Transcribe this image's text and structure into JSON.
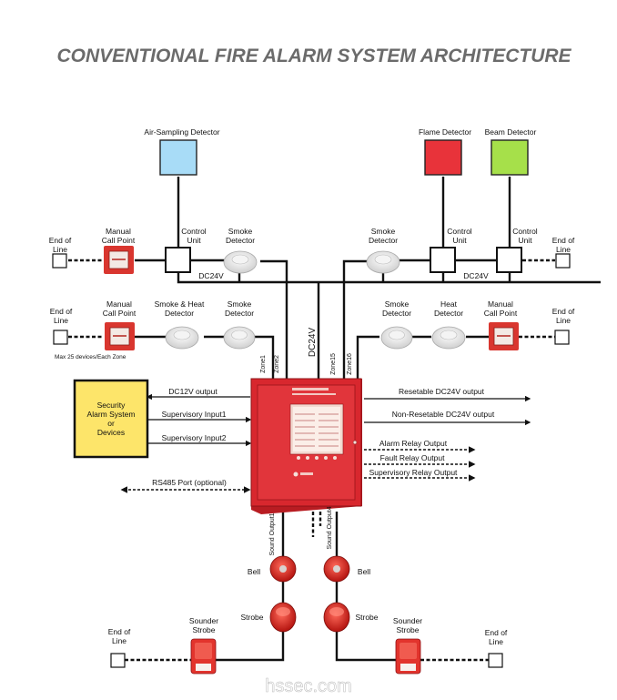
{
  "title": "CONVENTIONAL FIRE ALARM SYSTEM ARCHITECTURE",
  "colors": {
    "air_sampling": "#a8dcf7",
    "flame": "#e8333a",
    "beam": "#a6e04a",
    "panel": "#d8272e",
    "interface_box": "#fde56a"
  },
  "top_devices": {
    "air_sampling": "Air-Sampling Detector",
    "flame": "Flame Detector",
    "beam": "Beam Detector"
  },
  "zone_row_1": {
    "end_of_line_left": [
      "End of",
      "Line"
    ],
    "manual_call_point": [
      "Manual",
      "Call Point"
    ],
    "control_unit_left": [
      "Control",
      "Unit"
    ],
    "smoke_detector_left": [
      "Smoke",
      "Detector"
    ],
    "dc24v_left": "DC24V",
    "smoke_detector_right": [
      "Smoke",
      "Detector"
    ],
    "control_unit_mid": [
      "Control",
      "Unit"
    ],
    "control_unit_right": [
      "Control",
      "Unit"
    ],
    "dc24v_right": "DC24V",
    "end_of_line_right": [
      "End of",
      "Line"
    ]
  },
  "zone_row_2": {
    "end_of_line_left": [
      "End of",
      "Line"
    ],
    "manual_call_point_left": [
      "Manual",
      "Call Point"
    ],
    "smoke_heat_detector": [
      "Smoke & Heat",
      "Detector"
    ],
    "smoke_detector_left": [
      "Smoke",
      "Detector"
    ],
    "max_devices_note": "Max 25 devices/Each Zone",
    "smoke_detector_right": [
      "Smoke",
      "Detector"
    ],
    "heat_detector": [
      "Heat",
      "Detector"
    ],
    "manual_call_point_right": [
      "Manual",
      "Call Point"
    ],
    "end_of_line_right": [
      "End of",
      "Line"
    ]
  },
  "panel": {
    "vertical_supply": "DC24V",
    "zone_labels": [
      "Zone1",
      "Zone2",
      "Zone15",
      "Zone16"
    ],
    "sound_outputs": [
      "Sound Output1",
      "Sound Output4"
    ]
  },
  "left_interface": {
    "box_lines": [
      "Security",
      "Alarm System",
      "or",
      "Devices"
    ],
    "dc12v_output": "DC12V output",
    "supervisory_input_1": "Supervisory Input1",
    "supervisory_input_2": "Supervisory Input2",
    "rs485_port": "RS485 Port (optional)"
  },
  "right_outputs": {
    "resetable": "Resetable DC24V output",
    "non_resetable": "Non-Resetable DC24V output",
    "alarm_relay": "Alarm Relay Output",
    "fault_relay": "Fault Relay Output",
    "supervisory_relay": "Supervisory Relay Output"
  },
  "sounders": {
    "bell_left": "Bell",
    "bell_right": "Bell",
    "strobe_left": "Strobe",
    "strobe_right": "Strobe",
    "sounder_strobe_left": [
      "Sounder",
      "Strobe"
    ],
    "sounder_strobe_right": [
      "Sounder",
      "Strobe"
    ],
    "end_of_line_left": [
      "End of",
      "Line"
    ],
    "end_of_line_right": [
      "End of",
      "Line"
    ]
  },
  "watermark": "hssec.com"
}
